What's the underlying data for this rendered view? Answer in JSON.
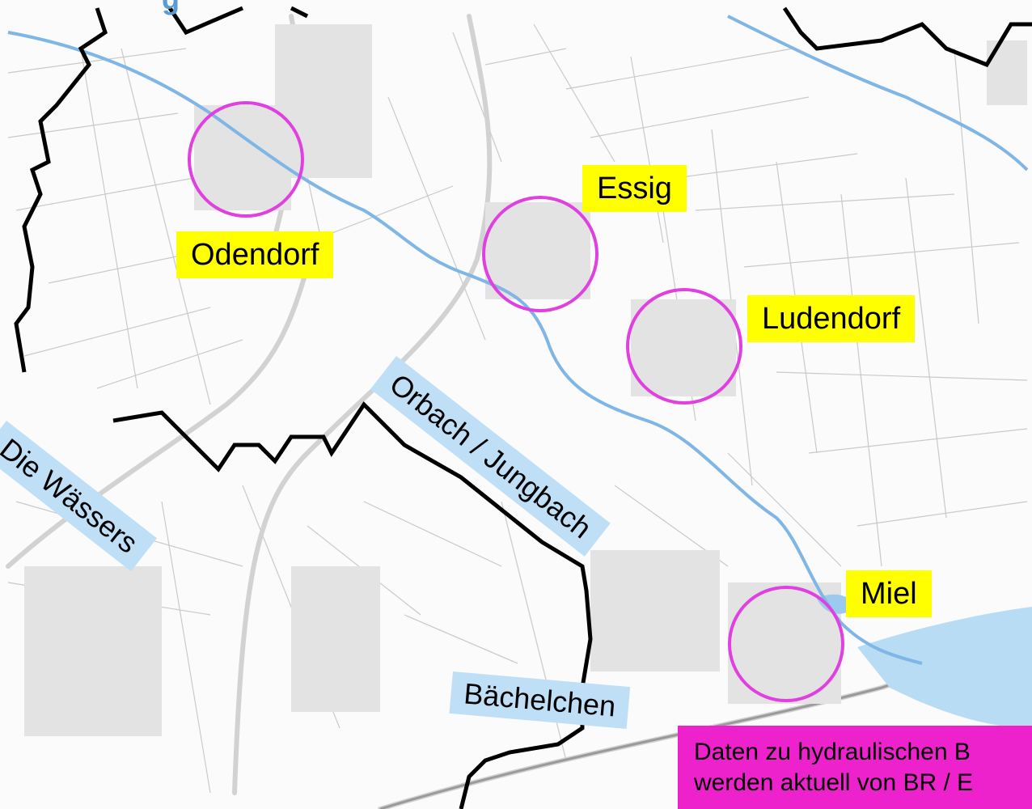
{
  "title_fragment": "g",
  "places": [
    {
      "name": "Odendorf"
    },
    {
      "name": "Essig"
    },
    {
      "name": "Ludendorf"
    },
    {
      "name": "Miel"
    }
  ],
  "streams": [
    {
      "name": "Die Wässers"
    },
    {
      "name": "Orbach / Jungbach"
    },
    {
      "name": "Bächelchen"
    }
  ],
  "note": {
    "line1": "Daten zu hydraulischen B",
    "line2": "werden aktuell von BR / E"
  },
  "colors": {
    "place_label_bg": "#ffff00",
    "stream_label_bg": "#bfdff7",
    "note_bg": "#ee22cc",
    "circle": "#e040e0",
    "boundary": "#000000",
    "river": "#7fb6e6",
    "flood": "#b9dcf5"
  }
}
